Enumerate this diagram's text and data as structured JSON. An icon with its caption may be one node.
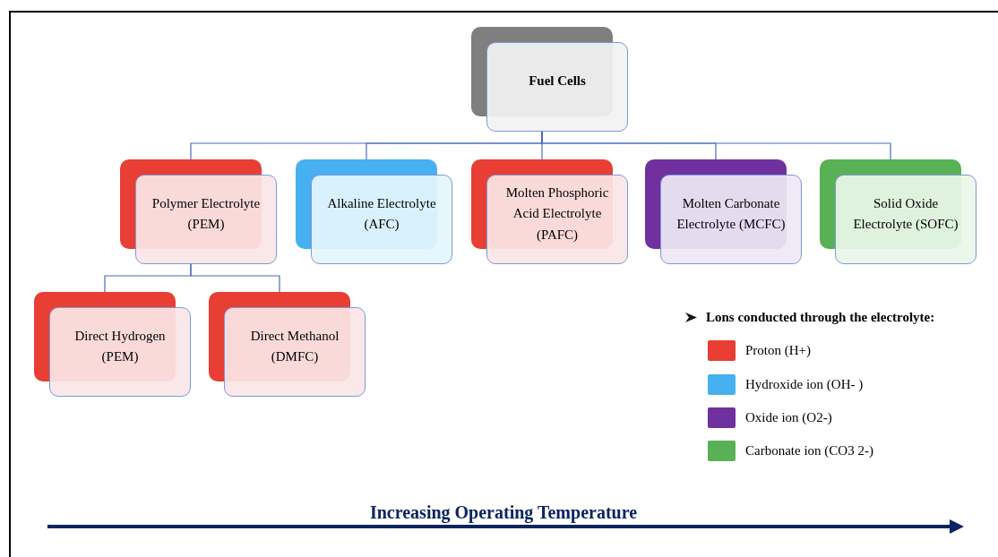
{
  "diagram": {
    "nodes": [
      {
        "text": [
          "Fuel Cells"
        ]
      },
      {
        "text": [
          "Polymer Electrolyte (PEM)"
        ]
      },
      {
        "text": [
          "Alkaline Electrolyte (AFC)"
        ]
      },
      {
        "text": [
          "Molten Phosphoric Acid Electrolyte (PAFC)"
        ]
      },
      {
        "text": [
          "Molten Carbonate Electrolyte (MCFC)"
        ]
      },
      {
        "text": [
          "Solid Oxide Electrolyte (SOFC)"
        ]
      },
      {
        "text": [
          "Direct Hydrogen (PEM)"
        ]
      },
      {
        "text": [
          "Direct Methanol (DMFC)"
        ]
      }
    ],
    "edges": [
      {
        "from": 0,
        "to": 1,
        "arrow": "none"
      },
      {
        "from": 0,
        "to": 2,
        "arrow": "none"
      },
      {
        "from": 0,
        "to": 3,
        "arrow": "none"
      },
      {
        "from": 0,
        "to": 4,
        "arrow": "none"
      },
      {
        "from": 0,
        "to": 5,
        "arrow": "none"
      },
      {
        "from": 1,
        "to": 6,
        "arrow": "none"
      },
      {
        "from": 1,
        "to": 7,
        "arrow": "none"
      }
    ],
    "labels": [
      "Lons conducted through the electrolyte:",
      "Increasing Operating Temperature"
    ],
    "legend": [
      {
        "text": "Proton (H+)",
        "color": "#e83e33"
      },
      {
        "text": "Hydroxide ion (OH- )",
        "color": "#47b0f0"
      },
      {
        "text": "Oxide ion (O2-)",
        "color": "#70309f"
      },
      {
        "text": "Carbonate ion (CO3 2-)",
        "color": "#58b154"
      }
    ]
  }
}
